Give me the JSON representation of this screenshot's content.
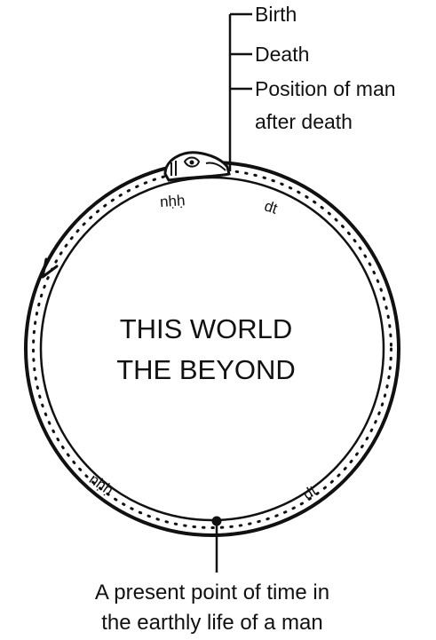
{
  "labels_top": {
    "birth": "Birth",
    "death": "Death",
    "position_line1": "Position of man",
    "position_line2": "after death"
  },
  "center": {
    "line1": "THIS WORLD",
    "line2": "THE BEYOND"
  },
  "ring_labels": {
    "nhh_top": "nḥḥ",
    "dt_top": "dt",
    "nhh_bottom": "nḥḥ",
    "dt_bottom": "dt"
  },
  "bottom_caption": {
    "line1": "A present point of time in",
    "line2": "the earthly life of a man"
  },
  "colors": {
    "ink": "#111111",
    "background": "#ffffff",
    "serpent_fill": "#ffffff"
  },
  "icons": {
    "serpent_head": "snake-head-icon",
    "direction_arrow": "arrow-left-icon",
    "present_point": "dot-marker-icon"
  }
}
